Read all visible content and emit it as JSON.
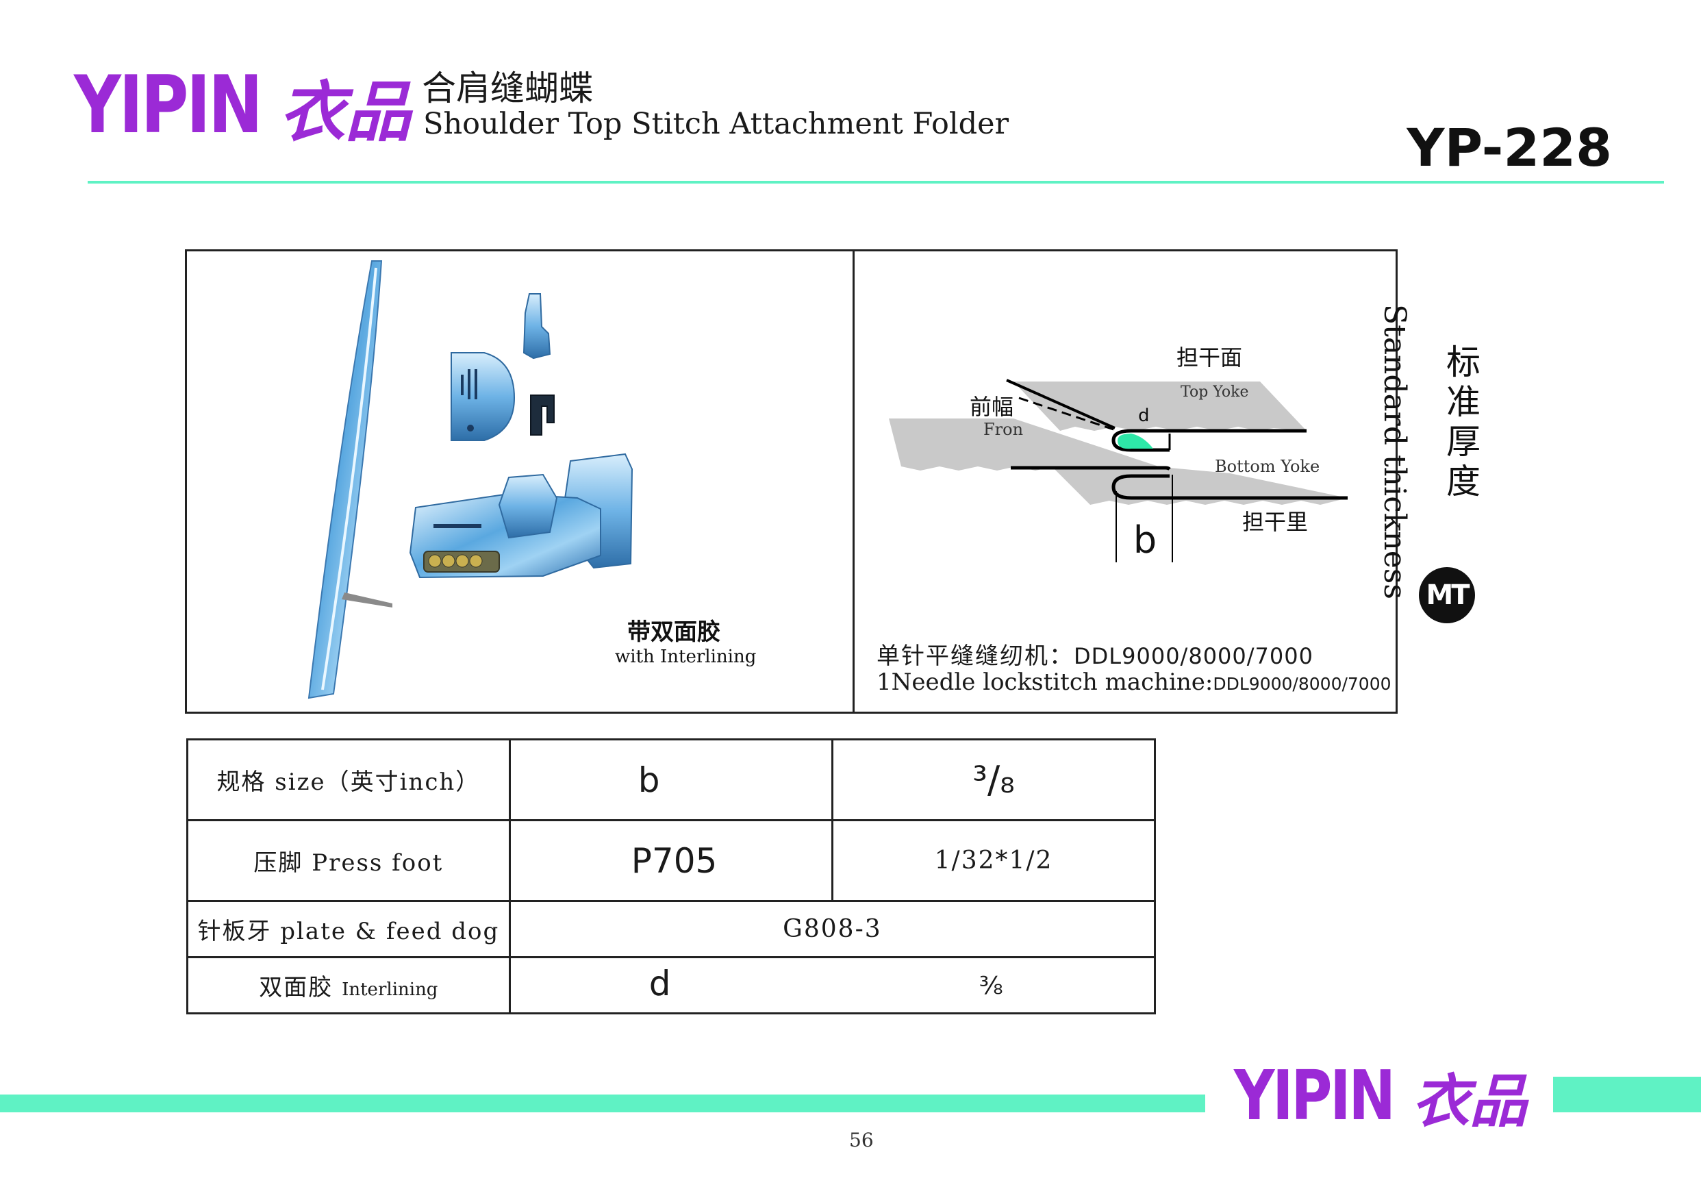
{
  "header": {
    "brand_latin": "YIPIN",
    "brand_cn": "衣品",
    "title_cn": "合肩缝蝴蝶",
    "title_en": "Shoulder Top Stitch Attachment Folder",
    "model": "YP-228",
    "accent_color": "#5ff2c4",
    "brand_color": "#9b2ad6"
  },
  "product_photo": {
    "caption_cn": "带双面胶",
    "caption_en": "with Interlining"
  },
  "diagram": {
    "label_top_cn": "担干面",
    "label_top_en": "Top Yoke",
    "label_front_cn": "前幅",
    "label_front_en": "Fron",
    "label_d": "d",
    "label_bottom_en": "Bottom Yoke",
    "label_bottom_cn": "担干里",
    "label_b": "b",
    "machine_cn": "单针平缝缝纫机：",
    "machine_model": "DDL9000/8000/7000",
    "machine_en": "1Needle lockstitch machine:",
    "machine_model_en": "DDL9000/8000/7000"
  },
  "side": {
    "standard_cn": "标准厚度",
    "standard_en": "Standard thickness",
    "badge": "MT"
  },
  "spec_table": {
    "size_label": "规格 size（英寸inch）",
    "size_key": "b",
    "size_value": "³/₈",
    "press_label": "压脚 Press foot",
    "press_value": "P705",
    "press_size": "1/32*1/2",
    "plate_label": "针板牙 plate & feed dog",
    "plate_value": "G808-3",
    "interlining_label_cn": "双面胶",
    "interlining_label_en": "Interlining",
    "interlining_key": "d",
    "interlining_value": "⅜"
  },
  "footer": {
    "brand_latin": "YIPIN",
    "brand_cn": "衣品",
    "page_number": "56"
  }
}
